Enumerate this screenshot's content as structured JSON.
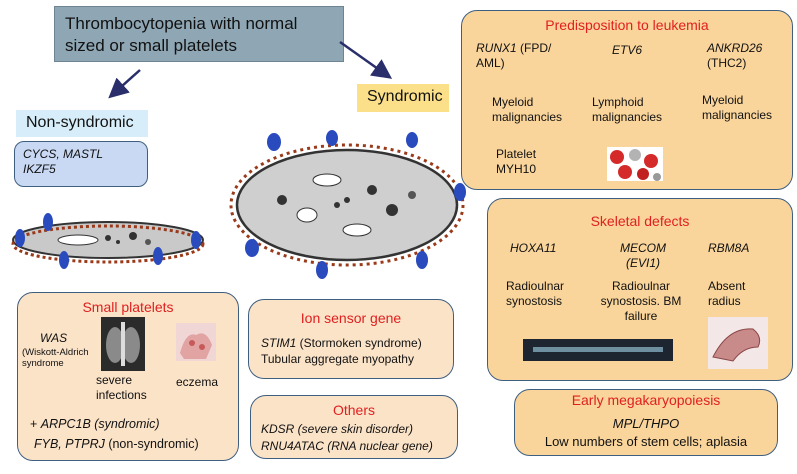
{
  "title": "Thrombocytopenia with normal sized or small platelets",
  "non_syndromic": {
    "label": "Non-syndromic",
    "genes": "CYCS, MASTL IKZF5"
  },
  "syndromic": {
    "label": "Syndromic"
  },
  "leukemia": {
    "header": "Predisposition to leukemia",
    "runx1": "RUNX1",
    "runx1_note": " (FPD/ AML)",
    "etv6": "ETV6",
    "ankrd26": "ANKRD26",
    "ankrd26_note": "(THC2)",
    "myeloid1": "Myeloid malignancies",
    "lymphoid": "Lymphoid malignancies",
    "myeloid2": "Myeloid malignancies",
    "platelet": "Platelet MYH10"
  },
  "skeletal": {
    "header": "Skeletal defects",
    "hoxa11": "HOXA11",
    "mecom": "MECOM (EVI1)",
    "rbm8a": "RBM8A",
    "radioulnar1": "Radioulnar synostosis",
    "radioulnar2": "Radioulnar synostosis. BM failure",
    "absent": "Absent radius"
  },
  "small_platelets": {
    "header": "Small platelets",
    "was": "WAS",
    "was_note": "(Wiskott-Aldrich syndrome",
    "severe": "severe infections",
    "eczema": "eczema",
    "arpc1b_line_prefix": "+ ",
    "arpc1b": "ARPC1B (syndromic)",
    "fyb": "FYB, PTPRJ",
    "fyb_note": " (non-syndromic)"
  },
  "ion": {
    "header": "Ion sensor gene",
    "stim1": "STIM1",
    "stim1_note": "  (Stormoken syndrome)",
    "tubular": "Tubular aggregate myopathy"
  },
  "others": {
    "header": "Others",
    "kdsr": "KDSR (severe skin disorder)",
    "rnu": "RNU4ATAC (RNA nuclear gene)"
  },
  "mega": {
    "header": "Early megakaryopoiesis",
    "mpl": "MPL/THPO",
    "low": "Low numbers of stem cells; aplasia"
  },
  "colors": {
    "red": "#e0201f",
    "peach": "#fbe3c8",
    "gold": "#fad59b",
    "title_box": "#8fa7b5",
    "blue_box": "#c9d9f3"
  }
}
